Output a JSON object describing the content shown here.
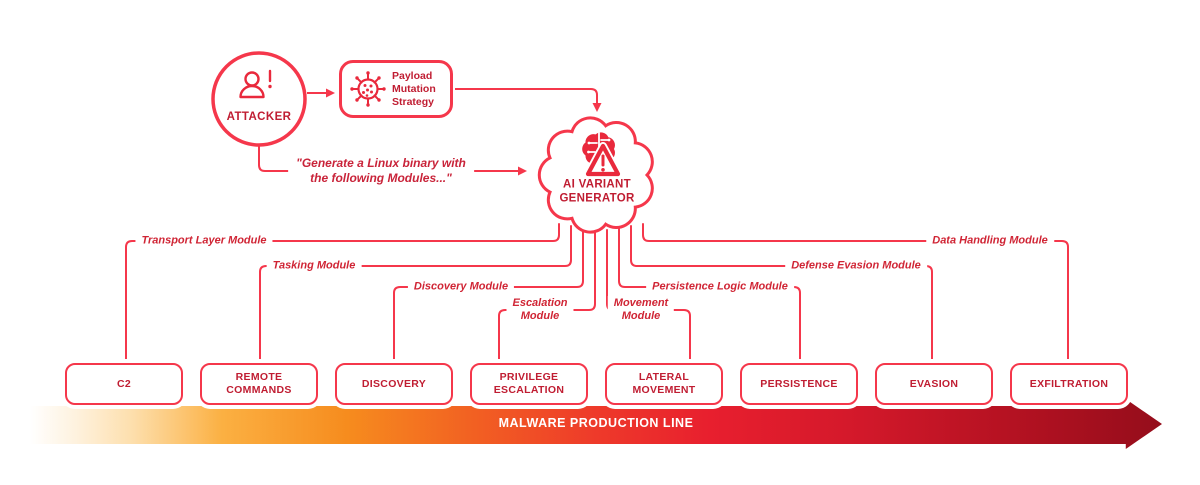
{
  "colors": {
    "line_red": "#F5374B",
    "icon_red": "#E9293C",
    "text_dark_red": "#C01D32",
    "label_red": "#D02535",
    "arrow_gradient_start": "#FBB042",
    "arrow_gradient_end": "#950D1B",
    "arrow_text": "#FFFFFF"
  },
  "attacker": {
    "label": "ATTACKER",
    "icon": "person-alert-icon"
  },
  "payload": {
    "label": "Payload\nMutation\nStrategy",
    "icon": "virus-icon"
  },
  "prompt": {
    "text": "\"Generate a Linux binary with\nthe following Modules...\""
  },
  "generator": {
    "label": "AI VARIANT\nGENERATOR",
    "icon": "brain-warning-icon"
  },
  "module_labels": [
    {
      "label": "Transport Layer Module"
    },
    {
      "label": "Tasking Module"
    },
    {
      "label": "Discovery Module"
    },
    {
      "label": "Escalation\nModule"
    },
    {
      "label": "Movement\nModule"
    },
    {
      "label": "Persistence Logic Module"
    },
    {
      "label": "Defense Evasion Module"
    },
    {
      "label": "Data Handling Module"
    }
  ],
  "pipeline": {
    "label": "MALWARE PRODUCTION LINE",
    "stages": [
      {
        "label": "C2"
      },
      {
        "label": "REMOTE\nCOMMANDS"
      },
      {
        "label": "DISCOVERY"
      },
      {
        "label": "PRIVILEGE\nESCALATION"
      },
      {
        "label": "LATERAL\nMOVEMENT"
      },
      {
        "label": "PERSISTENCE"
      },
      {
        "label": "EVASION"
      },
      {
        "label": "EXFILTRATION"
      }
    ]
  }
}
